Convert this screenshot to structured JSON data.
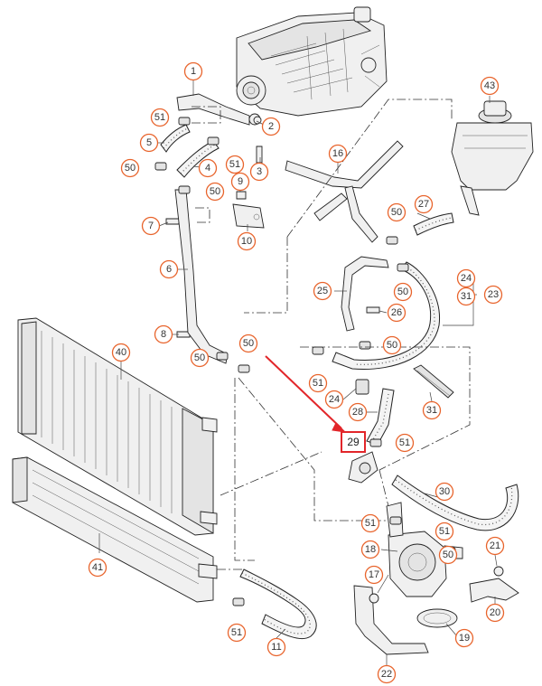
{
  "diagram": {
    "highlighted_part": "29",
    "accent_color": "#e8642c",
    "highlight_color": "#e2262a",
    "callouts": [
      {
        "id": "c1",
        "label": "1"
      },
      {
        "id": "c2",
        "label": "2"
      },
      {
        "id": "c3",
        "label": "3"
      },
      {
        "id": "c4",
        "label": "4"
      },
      {
        "id": "c5",
        "label": "5"
      },
      {
        "id": "c6",
        "label": "6"
      },
      {
        "id": "c7",
        "label": "7"
      },
      {
        "id": "c8",
        "label": "8"
      },
      {
        "id": "c9",
        "label": "9"
      },
      {
        "id": "c10",
        "label": "10"
      },
      {
        "id": "c11",
        "label": "11"
      },
      {
        "id": "c16",
        "label": "16"
      },
      {
        "id": "c17",
        "label": "17"
      },
      {
        "id": "c18",
        "label": "18"
      },
      {
        "id": "c19",
        "label": "19"
      },
      {
        "id": "c20",
        "label": "20"
      },
      {
        "id": "c21",
        "label": "21"
      },
      {
        "id": "c22",
        "label": "22"
      },
      {
        "id": "c23",
        "label": "23"
      },
      {
        "id": "c24a",
        "label": "24"
      },
      {
        "id": "c24b",
        "label": "24"
      },
      {
        "id": "c25",
        "label": "25"
      },
      {
        "id": "c26",
        "label": "26"
      },
      {
        "id": "c27",
        "label": "27"
      },
      {
        "id": "c28",
        "label": "28"
      },
      {
        "id": "c30",
        "label": "30"
      },
      {
        "id": "c31a",
        "label": "31"
      },
      {
        "id": "c31b",
        "label": "31"
      },
      {
        "id": "c40",
        "label": "40"
      },
      {
        "id": "c41",
        "label": "41"
      },
      {
        "id": "c43",
        "label": "43"
      },
      {
        "id": "c50a",
        "label": "50"
      },
      {
        "id": "c50b",
        "label": "50"
      },
      {
        "id": "c50c",
        "label": "50"
      },
      {
        "id": "c50d",
        "label": "50"
      },
      {
        "id": "c50e",
        "label": "50"
      },
      {
        "id": "c50f",
        "label": "50"
      },
      {
        "id": "c50g",
        "label": "50"
      },
      {
        "id": "c50h",
        "label": "50"
      },
      {
        "id": "c51a",
        "label": "51"
      },
      {
        "id": "c51b",
        "label": "51"
      },
      {
        "id": "c51c",
        "label": "51"
      },
      {
        "id": "c51d",
        "label": "51"
      },
      {
        "id": "c51e",
        "label": "51"
      },
      {
        "id": "c51f",
        "label": "51"
      },
      {
        "id": "c51g",
        "label": "51"
      }
    ]
  }
}
